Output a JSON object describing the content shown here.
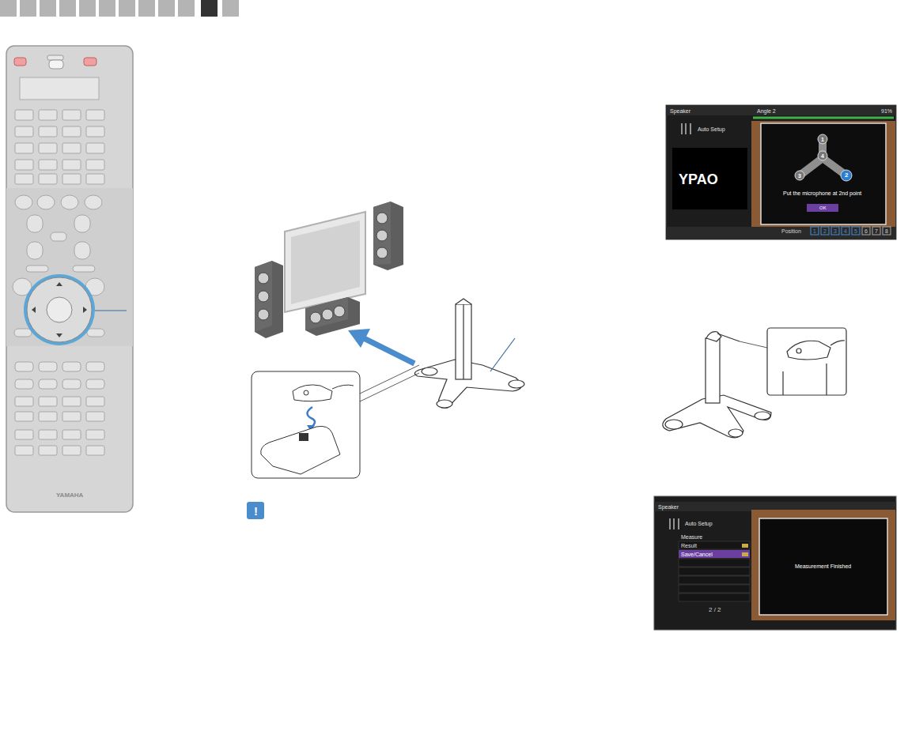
{
  "diagram": {
    "labels": [
      "Speaker",
      "Angle 2",
      "91%",
      "Auto Setup",
      "YPAO",
      "1",
      "4",
      "3",
      "2",
      "Put the microphone at 2nd point",
      "OK",
      "Position",
      "1",
      "2",
      "3",
      "4",
      "5",
      "6",
      "7",
      "8",
      "Speaker",
      "Auto Setup",
      "Measure",
      "Result",
      "Save/Cancel",
      "2 / 2",
      "Measurement Finished",
      "YAMAHA",
      "!"
    ]
  }
}
